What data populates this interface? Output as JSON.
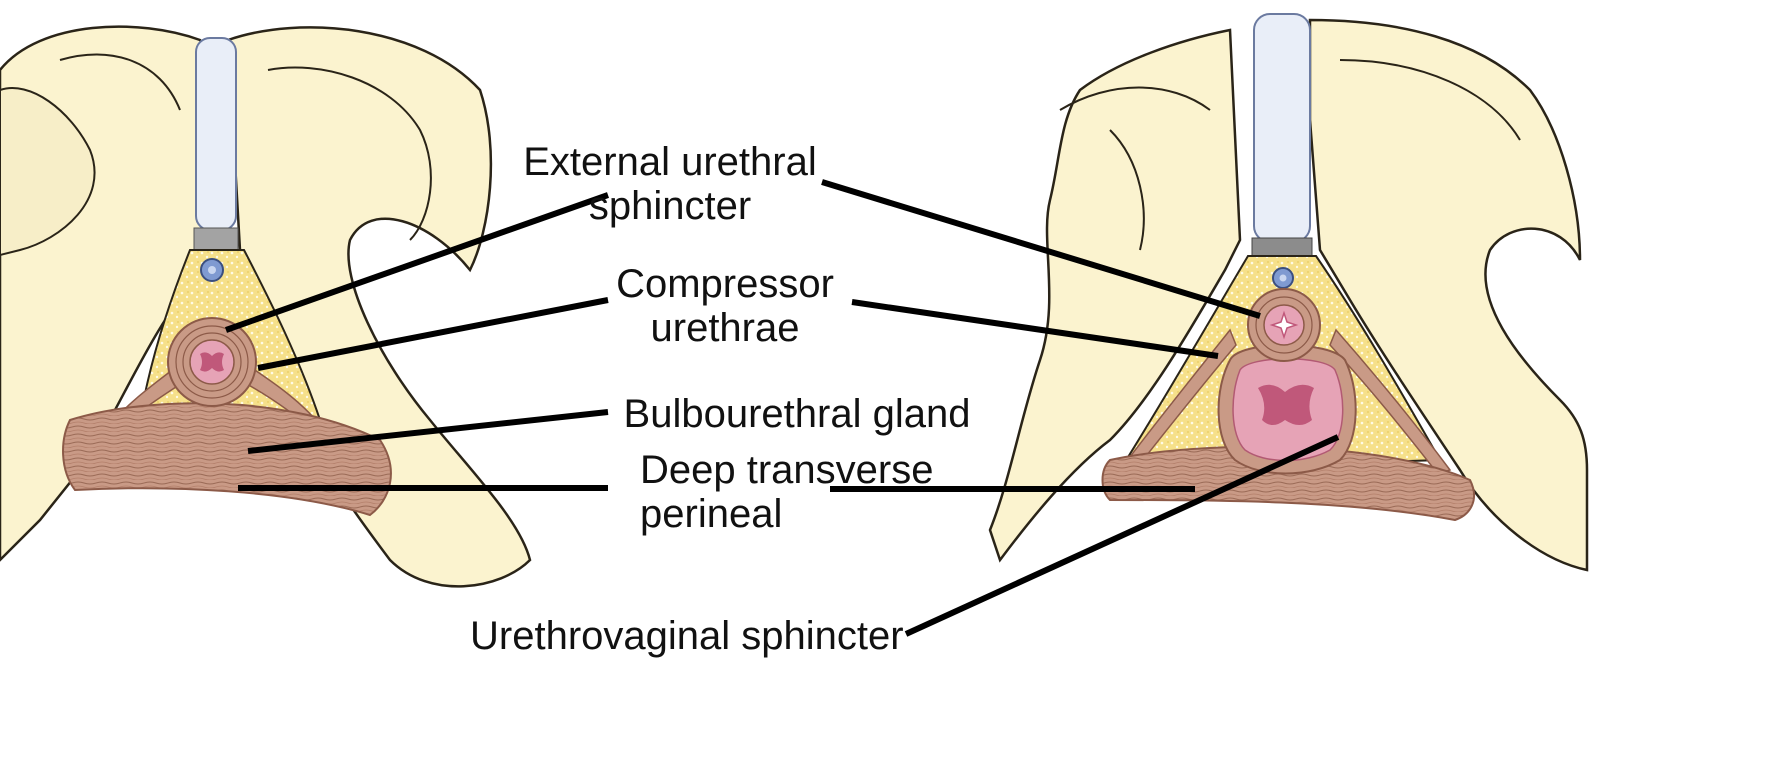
{
  "colors": {
    "bone": "#fbf3cf",
    "bone_outline": "#2a2418",
    "urethra_tube": "#e9eef8",
    "urethra_tube_outline": "#6b7aa0",
    "fat": "#f6e08a",
    "muscle": "#c99a86",
    "muscle_dark": "#8c5a48",
    "mucosa": "#e6a3b6",
    "mucosa_dark": "#c0587a",
    "vessel": "#7f9ad1",
    "leader": "#000000"
  },
  "labels": {
    "external_urethral_sphincter": [
      "External urethral",
      "sphincter"
    ],
    "compressor_urethrae": [
      "Compressor",
      "urethrae"
    ],
    "bulbourethral_gland": "Bulbourethral gland",
    "deep_transverse_perineal": [
      "Deep transverse",
      "perineal"
    ],
    "urethrovaginal_sphincter": "Urethrovaginal sphincter"
  }
}
